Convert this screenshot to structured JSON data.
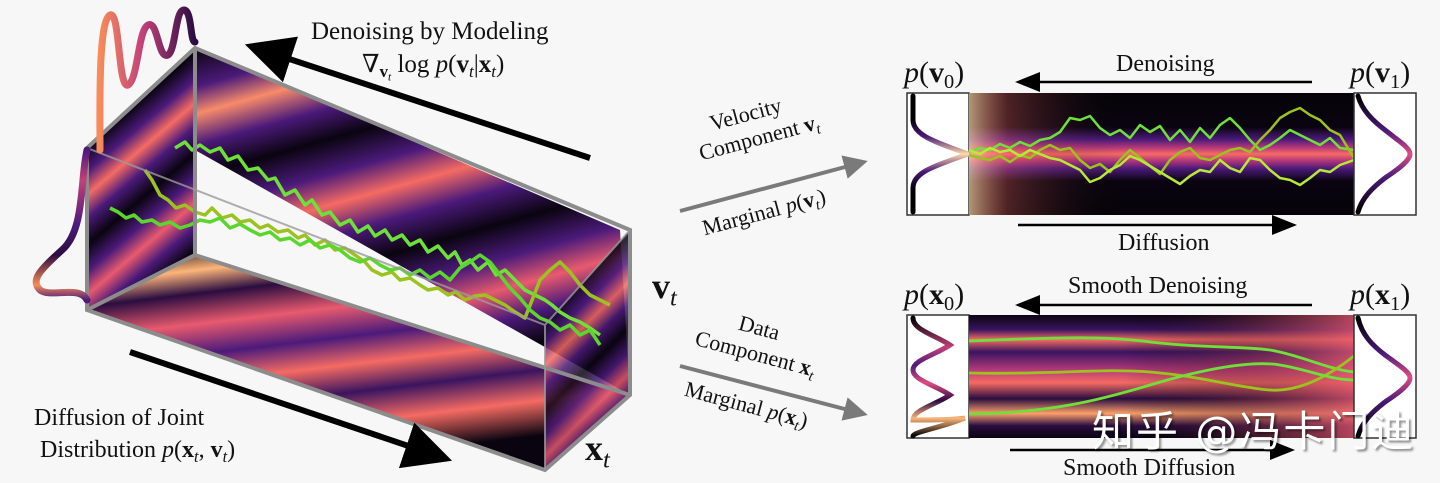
{
  "left_panel": {
    "title_top_line1": "Denoising by Modeling",
    "title_top_line2_prefix": "∇",
    "title_top_line2_sub": "v",
    "title_top_line2_subsub": "t",
    "title_top_line2_rest": " log ",
    "title_top_formula": "p(v_t | x_t)",
    "formula_p": "p",
    "formula_v": "v",
    "formula_x": "x",
    "formula_t": "t",
    "title_bottom_line1": "Diffusion of Joint",
    "title_bottom_line2": "Distribution",
    "title_bottom_formula": "p(x_t, v_t)",
    "axis_v_label": "v",
    "axis_v_sub": "t",
    "axis_x_label": "x",
    "axis_x_sub": "t"
  },
  "middle_arrows": {
    "velocity": {
      "line1": "Velocity",
      "line2": "Component",
      "var": "v",
      "sub": "t",
      "below": "Marginal",
      "below_formula": "p(v_t)"
    },
    "data": {
      "line1": "Data",
      "line2": "Component",
      "var": "x",
      "sub": "t",
      "below": "Marginal",
      "below_formula": "p(x_t)"
    }
  },
  "right_top": {
    "left_label": "p(v_0)",
    "left_var": "v",
    "left_sub": "0",
    "right_label": "p(v_1)",
    "right_var": "v",
    "right_sub": "1",
    "arrow_top": "Denoising",
    "arrow_bottom": "Diffusion"
  },
  "right_bottom": {
    "left_label": "p(x_0)",
    "left_var": "x",
    "left_sub": "0",
    "right_label": "p(x_1)",
    "right_var": "x",
    "right_sub": "1",
    "arrow_top": "Smooth Denoising",
    "arrow_bottom": "Smooth Diffusion"
  },
  "watermark": "知乎 @冯卡门迪",
  "colors": {
    "background": "#f7f7f7",
    "heat_dark": "#0a0410",
    "heat_purple": "#4b1a7a",
    "heat_magenta": "#b83a7a",
    "heat_salmon": "#f56b63",
    "heat_peach": "#fcd9a6",
    "trajectory_green": "#6fe03a",
    "trajectory_olive": "#9cc21f",
    "frame_gray": "#8c8c8c",
    "arrow_gray": "#7a7a7a"
  }
}
